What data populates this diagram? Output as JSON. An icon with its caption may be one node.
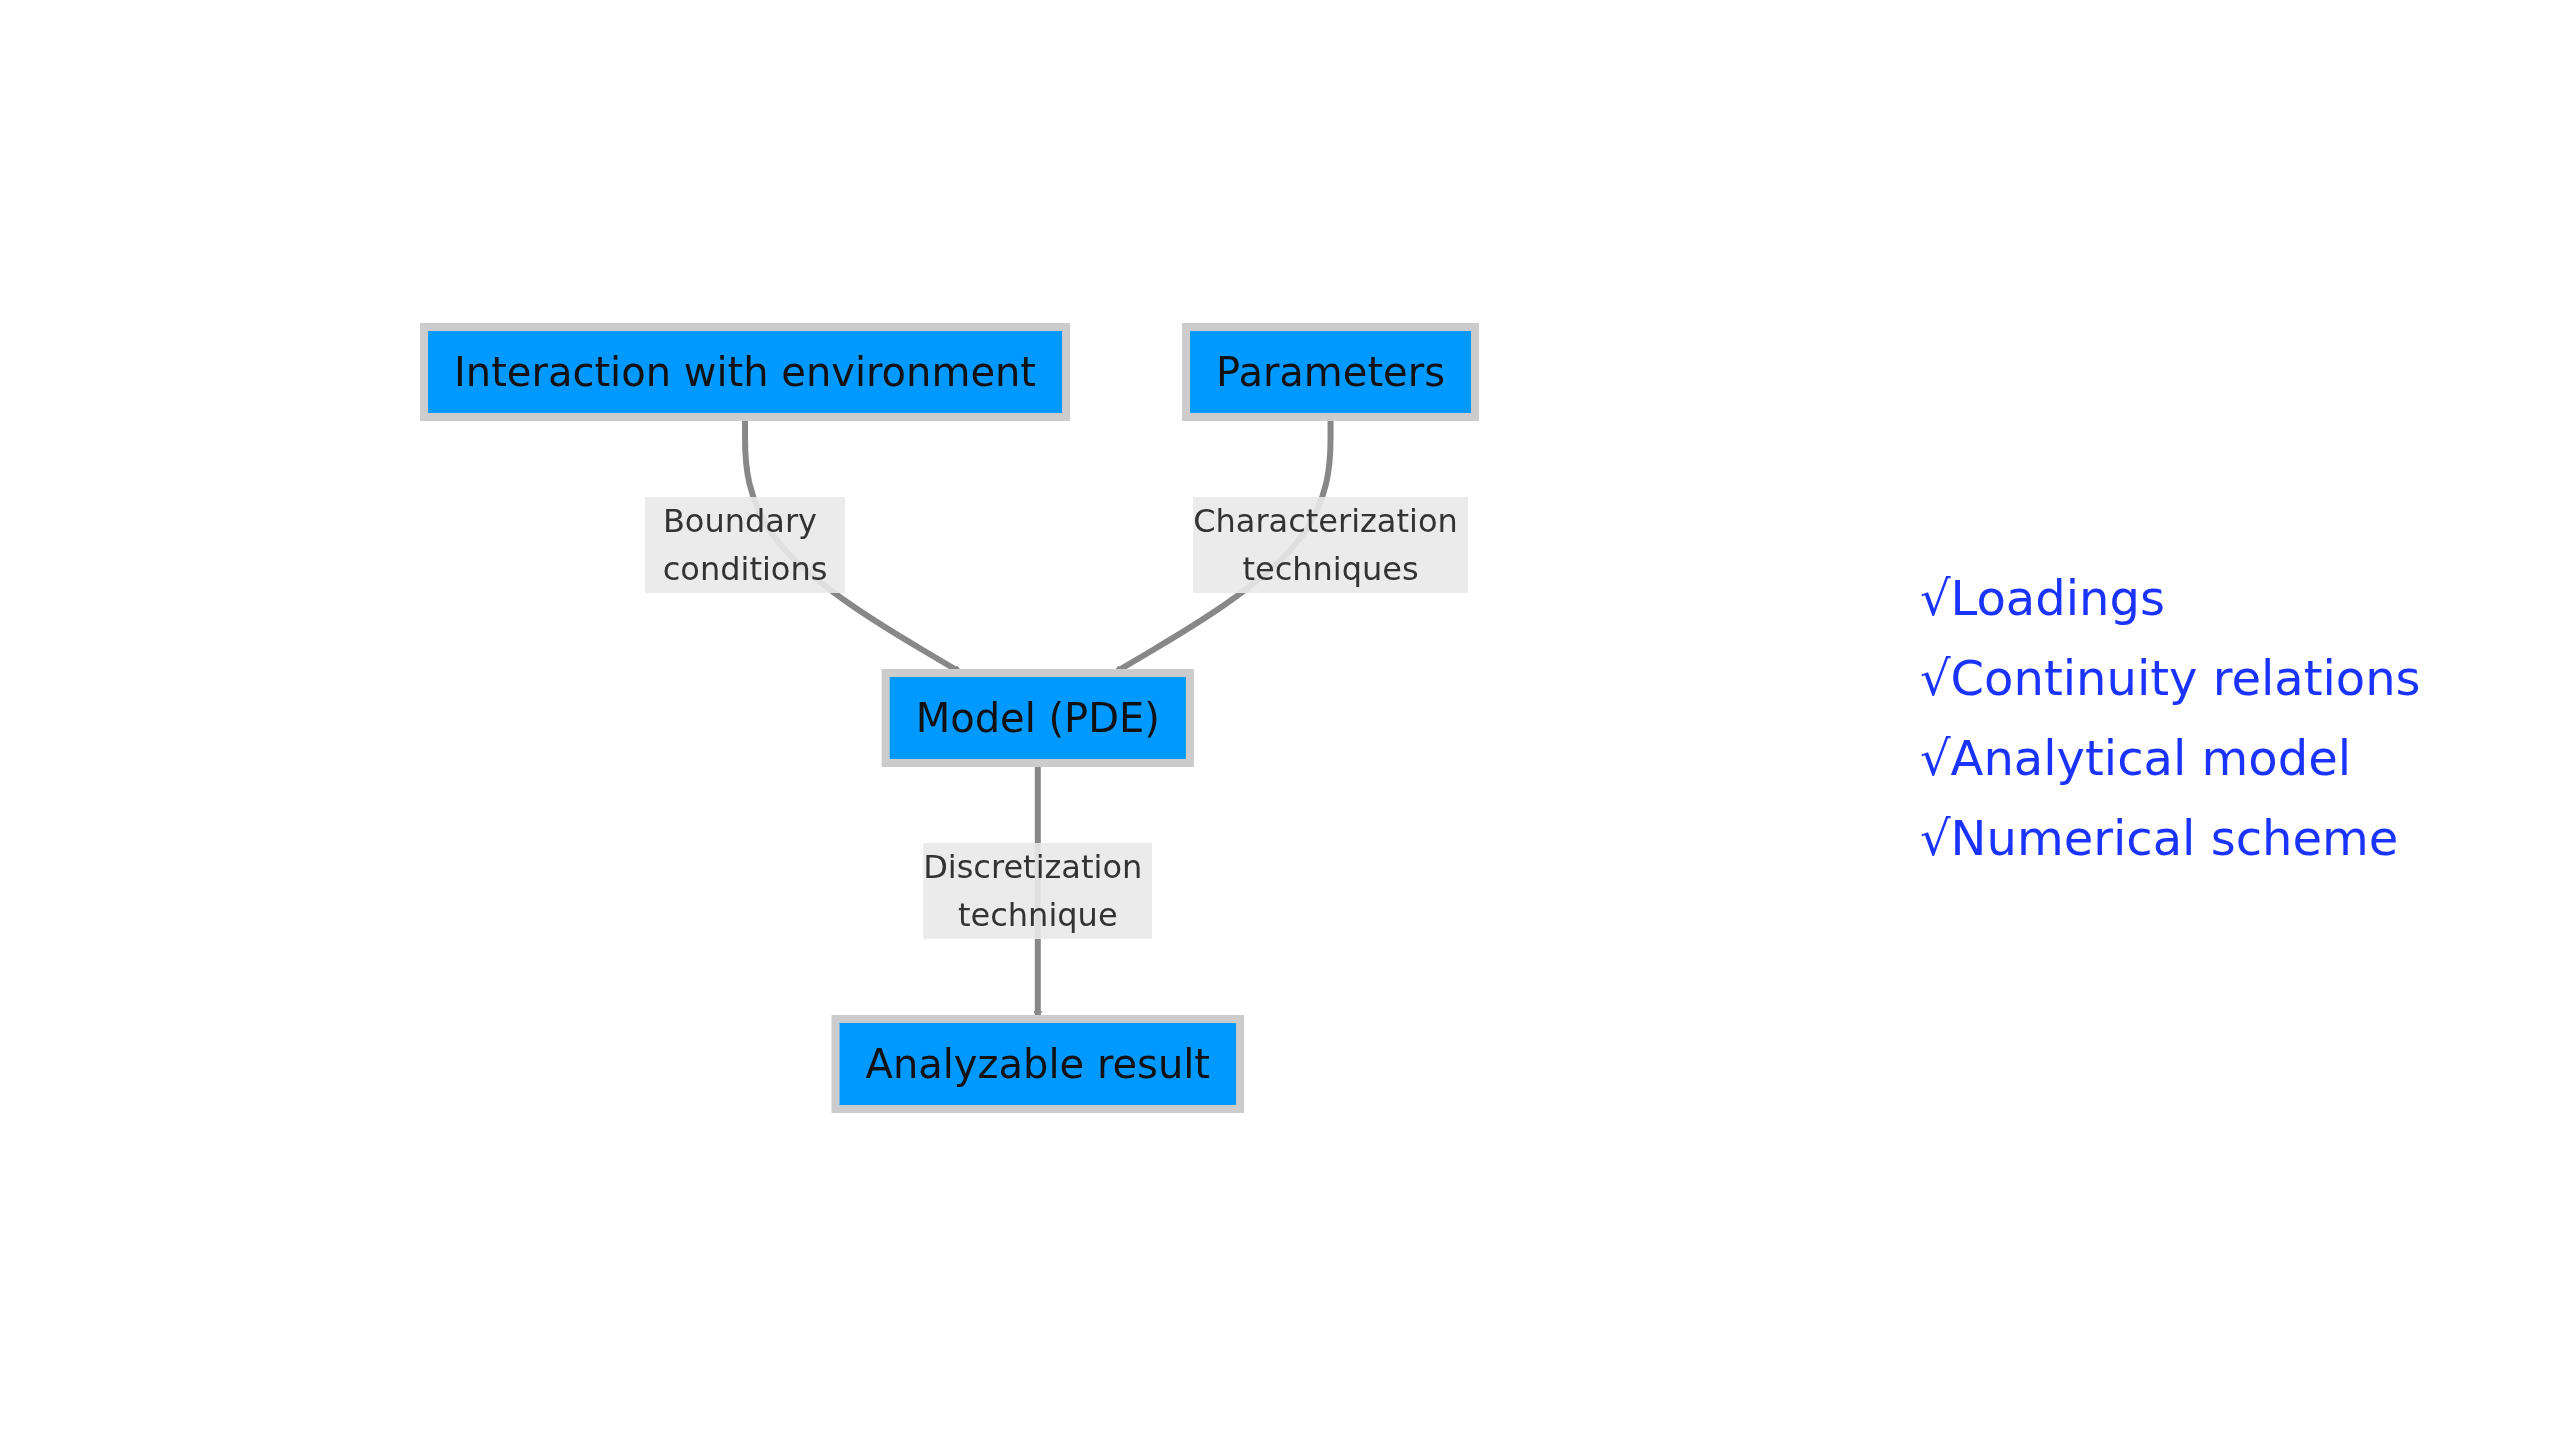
{
  "diagram": {
    "nodes": [
      {
        "text": [
          "Interaction with environment"
        ]
      },
      {
        "text": [
          "Parameters"
        ]
      },
      {
        "text": [
          "Model (PDE)"
        ]
      },
      {
        "text": [
          "Analyzable result"
        ]
      }
    ],
    "edges": [
      {
        "from": 0,
        "to": 2,
        "arrow": "to",
        "label": "Boundary conditions"
      },
      {
        "from": 1,
        "to": 2,
        "arrow": "to",
        "label": "Characterization techniques"
      },
      {
        "from": 2,
        "to": 3,
        "arrow": "to",
        "label": "Discretization technique"
      }
    ],
    "labels": [
      "√Loadings",
      "√Continuity relations",
      "√Analytical model",
      "√Numerical scheme"
    ]
  }
}
